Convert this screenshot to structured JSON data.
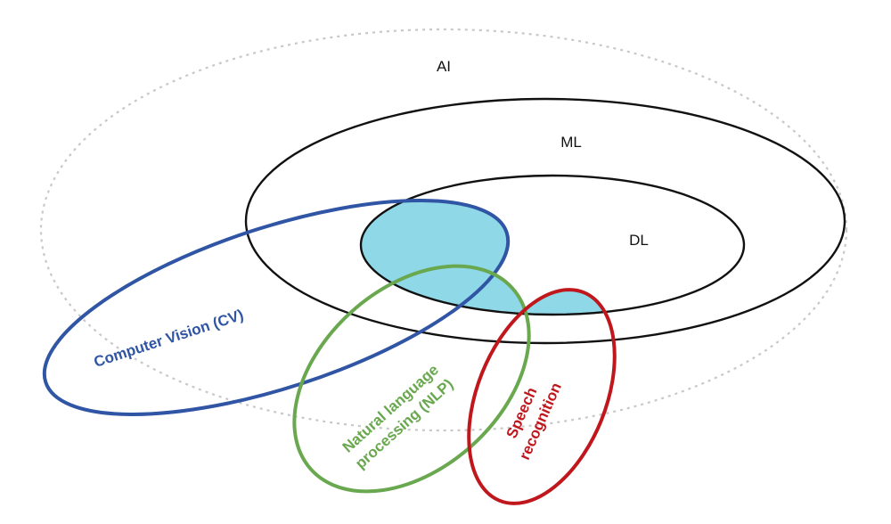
{
  "diagram": {
    "sets": {
      "ai": {
        "label": "AI",
        "color": "#c8c8c8"
      },
      "ml": {
        "label": "ML",
        "color": "#111111"
      },
      "dl": {
        "label": "DL",
        "color": "#111111"
      },
      "cv": {
        "label": "Computer Vision (CV)",
        "color": "#2f55a4"
      },
      "nlp": {
        "label_line1": "Natural language",
        "label_line2": "processing (NLP)",
        "color": "#6aa84f"
      },
      "speech": {
        "label_line1": "Speech",
        "label_line2": "recognition",
        "color": "#c0171d"
      }
    },
    "highlight_color": "#8fd8e8"
  }
}
